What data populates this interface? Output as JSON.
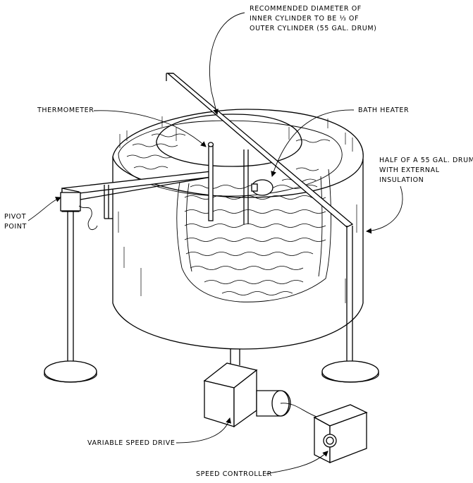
{
  "labels": {
    "recommended_line1": "RECOMMENDED DIAMETER OF",
    "recommended_line2": "INNER CYLINDER TO BE ⅓ OF",
    "recommended_line3": "OUTER CYLINDER (55 GAL. DRUM)",
    "thermometer": "THERMOMETER",
    "bath_heater": "BATH HEATER",
    "drum_line1": "HALF OF A 55 GAL. DRUM",
    "drum_line2": "WITH EXTERNAL",
    "drum_line3": "INSULATION",
    "pivot_line1": "PIVOT",
    "pivot_line2": "POINT",
    "variable_speed_drive": "VARIABLE SPEED DRIVE",
    "speed_controller": "SPEED CONTROLLER"
  }
}
